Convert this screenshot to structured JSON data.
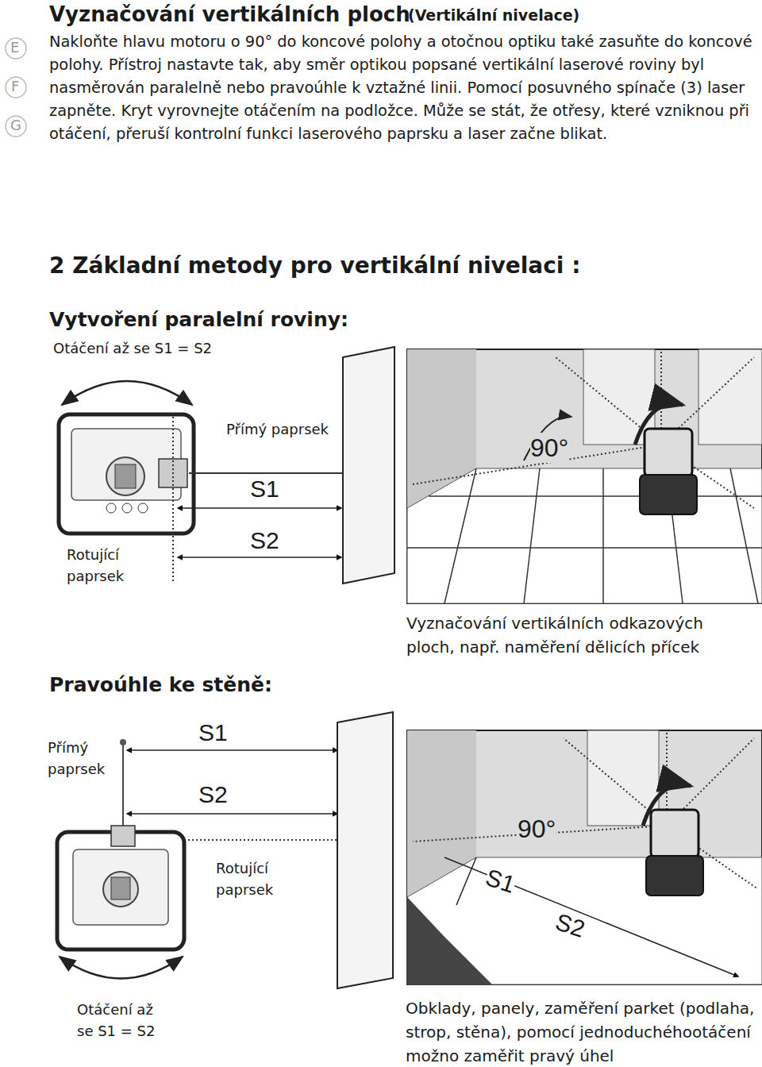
{
  "diagram": {
    "title": "Vyznačování vertikálních ploch",
    "labels": [
      "(Vertikální nivelace)",
      "E",
      "F",
      "G",
      "Nakloňte hlavu motoru o 90° do koncové polohy a otočnou optiku také zasuňte do koncové polohy. Přístroj nastavte tak, aby směr optikou popsané vertikální laserové roviny byl nasměrován paralelně nebo pravoúhle k vztažné linii. Pomocí posuvného spínače (3) laser zapněte. Kryt vyrovnejte otáčením na podložce. Může se stát, že otřesy, které vzniknou při otáčení, přeruší kontrolní funkci laserového paprsku a laser začne blikat.",
      "2 Základní metody pro vertikální nivelaci :",
      "Vytvoření paralelní roviny:",
      "Otáčení až se S1 = S2",
      "Přímý paprsek",
      "S1",
      "S2",
      "Rotující paprsek",
      "90°",
      "Vyznačování vertikálních odkazových ploch, např. naměření dělicích přícek",
      "Pravoúhle ke stěně:",
      "S1",
      "S2",
      "Přímý paprsek",
      "Rotující paprsek",
      "90°",
      "S1",
      "S2",
      "Otáčení až se S1 = S2",
      "Obklady, panely, zaměření parket (podlaha, strop, stěna), pomocí jednoduchéhootáčení možno zaměřit pravý úhel"
    ]
  }
}
